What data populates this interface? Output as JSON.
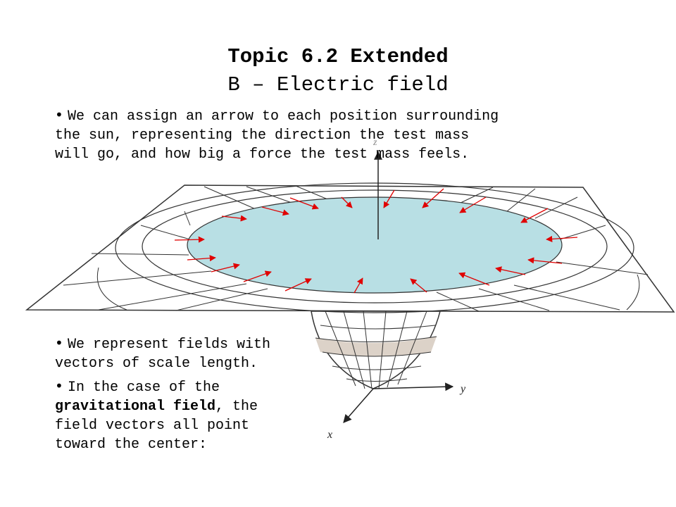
{
  "title": {
    "line1": "Topic 6.2 Extended",
    "line2": "B – Electric field"
  },
  "paragraphs": {
    "p1": [
      "We can assign an arrow to each position surrounding",
      "the sun, representing the direction the test mass",
      "will go, and how big a force the test mass feels."
    ],
    "p2": [
      "We represent fields with",
      "vectors of scale length."
    ],
    "p3_lead": "In the case of the",
    "p3_bold": "gravitational field",
    "p3_rest1": ", the",
    "p3_rest2": [
      "field vectors all point",
      "toward the center:"
    ]
  },
  "diagram": {
    "axis_labels": {
      "y": "y",
      "x": "x",
      "z": "z"
    },
    "colors": {
      "disk_fill": "#b8dfe4",
      "arrow": "#e00000",
      "grid": "#333333",
      "well_shade": "#dcd2c8"
    }
  }
}
